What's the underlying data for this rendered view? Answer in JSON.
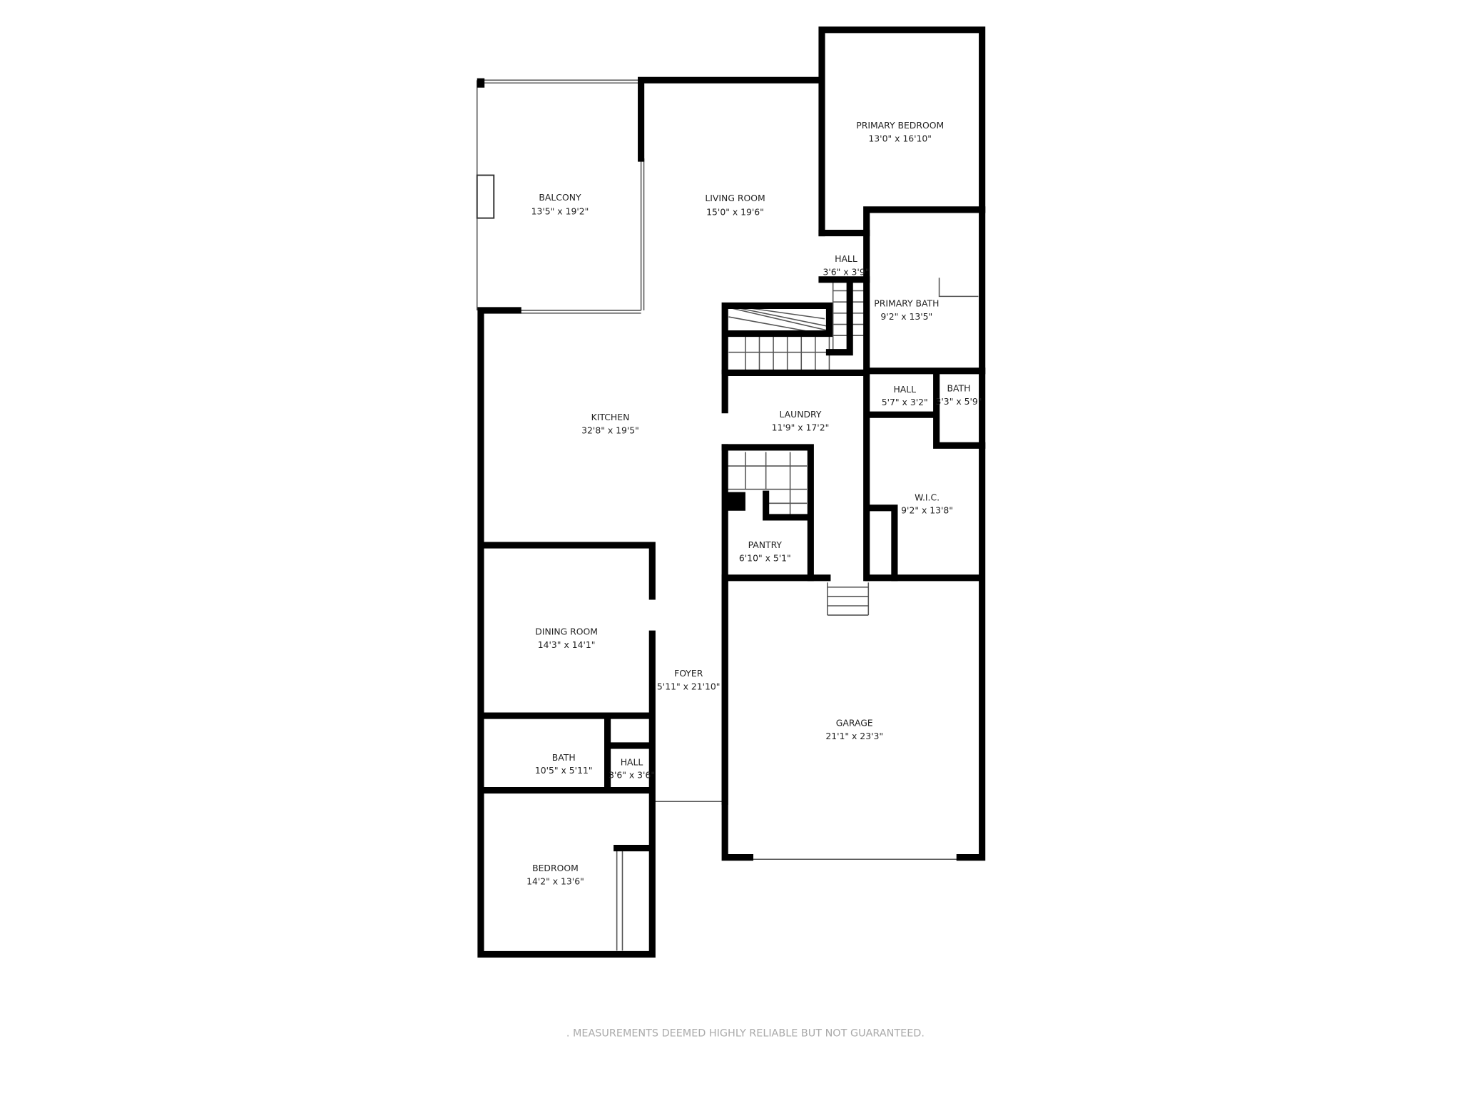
{
  "rooms": {
    "balcony": {
      "name": "BALCONY",
      "dims": "13'5\" x 19'2\""
    },
    "living_room": {
      "name": "LIVING ROOM",
      "dims": "15'0\" x 19'6\""
    },
    "primary_bedroom": {
      "name": "PRIMARY BEDROOM",
      "dims": "13'0\" x 16'10\""
    },
    "hall_upper": {
      "name": "HALL",
      "dims": "3'6\" x 3'9\""
    },
    "primary_bath": {
      "name": "PRIMARY BATH",
      "dims": "9'2\" x 13'5\""
    },
    "kitchen": {
      "name": "KITCHEN",
      "dims": "32'8\" x 19'5\""
    },
    "laundry": {
      "name": "LAUNDRY",
      "dims": "11'9\" x 17'2\""
    },
    "hall_mid": {
      "name": "HALL",
      "dims": "5'7\" x 3'2\""
    },
    "bath_primary_small": {
      "name": "BATH",
      "dims": "3'3\" x 5'9\""
    },
    "wic": {
      "name": "W.I.C.",
      "dims": "9'2\" x 13'8\""
    },
    "pantry": {
      "name": "PANTRY",
      "dims": "6'10\" x 5'1\""
    },
    "dining_room": {
      "name": "DINING ROOM",
      "dims": "14'3\" x 14'1\""
    },
    "foyer": {
      "name": "FOYER",
      "dims": "5'11\" x 21'10\""
    },
    "garage": {
      "name": "GARAGE",
      "dims": "21'1\" x 23'3\""
    },
    "bath": {
      "name": "BATH",
      "dims": "10'5\" x 5'11\""
    },
    "hall_lower": {
      "name": "HALL",
      "dims": "3'6\" x 3'6\""
    },
    "bedroom": {
      "name": "BEDROOM",
      "dims": "14'2\" x 13'6\""
    }
  },
  "disclaimer": ". MEASUREMENTS DEEMED HIGHLY RELIABLE BUT NOT GUARANTEED."
}
